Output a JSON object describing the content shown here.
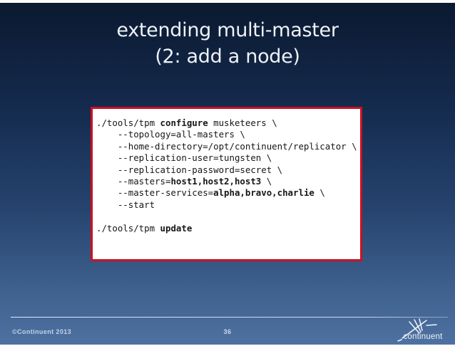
{
  "title": {
    "line1": "extending multi-master",
    "line2": "(2: add a node)"
  },
  "code": {
    "lines": [
      [
        [
          "./tools/tpm ",
          0
        ],
        [
          "configure",
          1
        ],
        [
          " musketeers \\",
          0
        ]
      ],
      [
        [
          "    --topology=all-masters \\",
          0
        ]
      ],
      [
        [
          "    --home-directory=/opt/continuent/replicator \\",
          0
        ]
      ],
      [
        [
          "    --replication-user=tungsten \\",
          0
        ]
      ],
      [
        [
          "    --replication-password=secret \\",
          0
        ]
      ],
      [
        [
          "    --masters=",
          0
        ],
        [
          "host1,host2,host3",
          1
        ],
        [
          " \\",
          0
        ]
      ],
      [
        [
          "    --master-services=",
          0
        ],
        [
          "alpha,bravo,charlie",
          1
        ],
        [
          " \\",
          0
        ]
      ],
      [
        [
          "    --start",
          0
        ]
      ],
      [
        [
          "",
          0
        ]
      ],
      [
        [
          "./tools/tpm ",
          0
        ],
        [
          "update",
          1
        ]
      ]
    ]
  },
  "footer": {
    "copyright": "©Continuent 2013",
    "page_number": "36",
    "logo_text": "continuent"
  },
  "colors": {
    "accent_red": "#cc1122",
    "slide_top": "#0b1930",
    "slide_bottom": "#4e71a1",
    "code_text": "#161616",
    "title_text": "#eef2f8"
  }
}
